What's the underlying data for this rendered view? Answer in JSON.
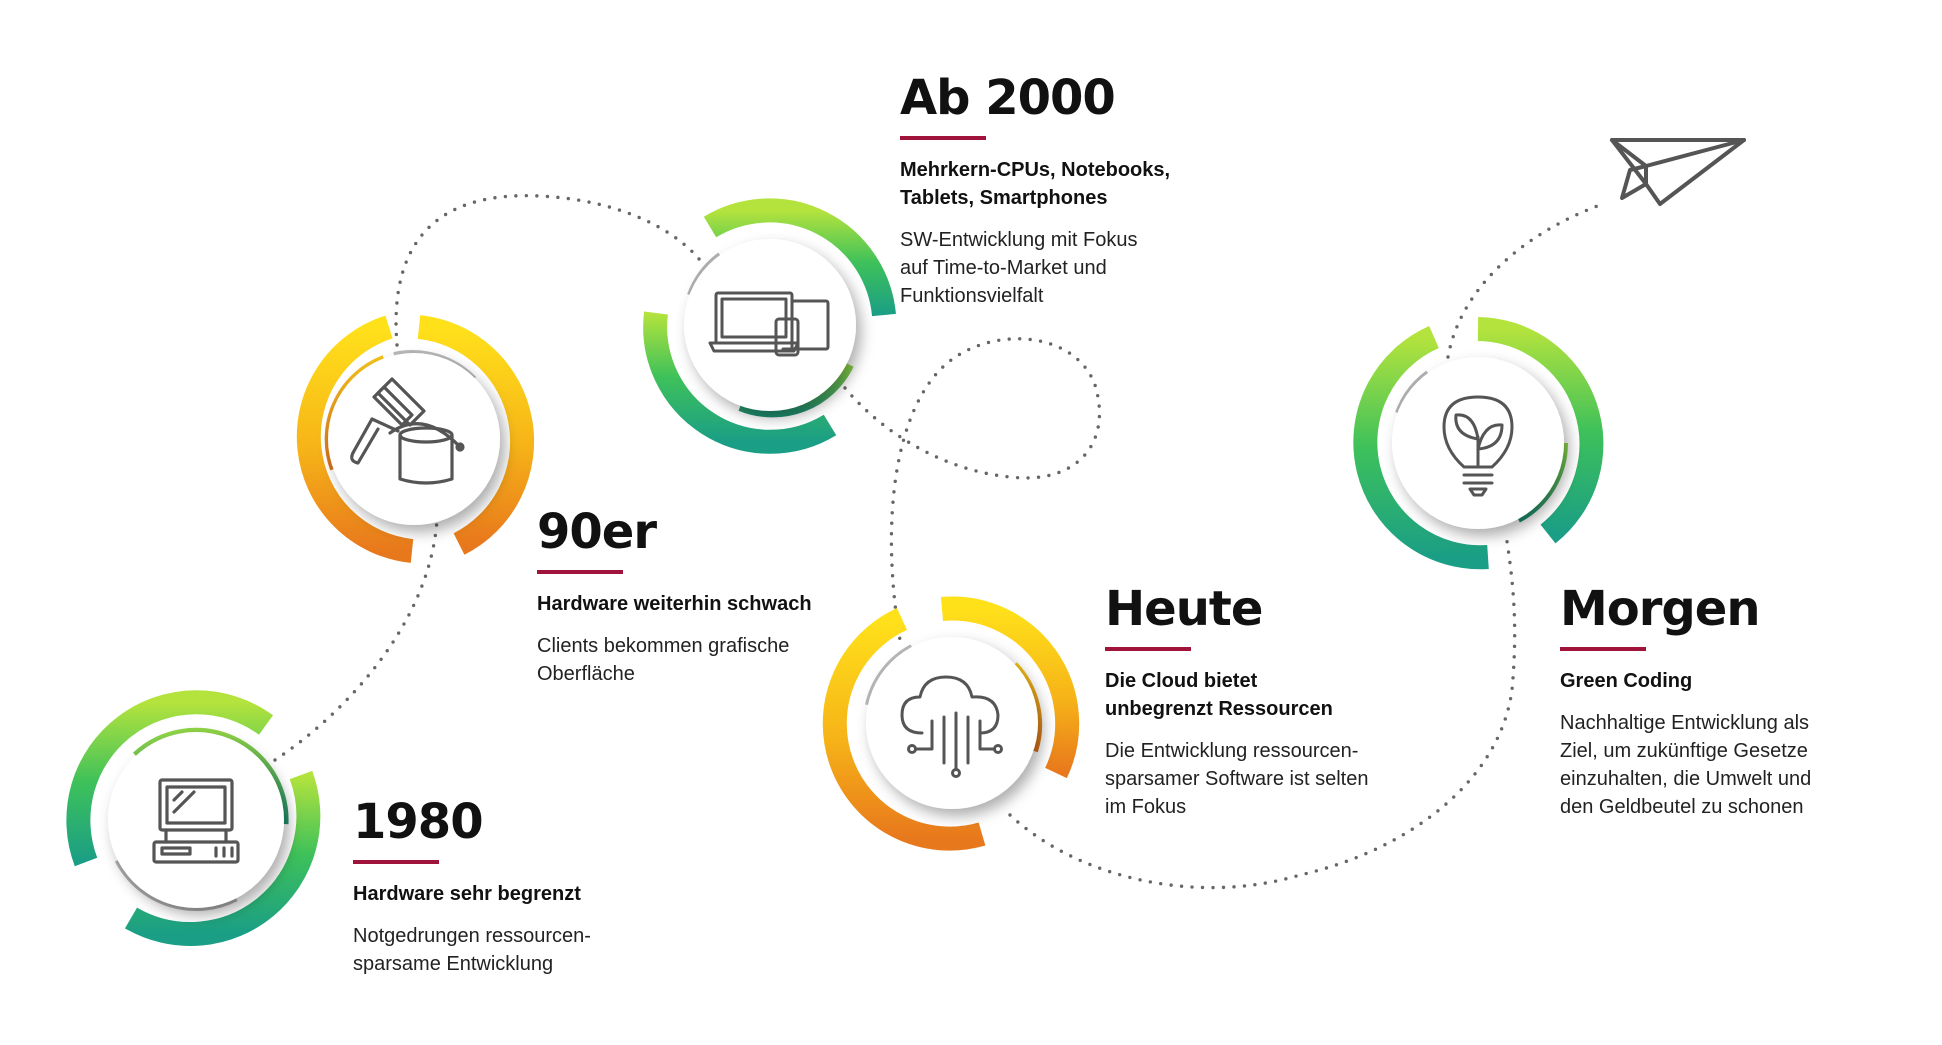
{
  "accent_color": "#a0143c",
  "path_color": "#666666",
  "milestones": [
    {
      "id": "1980",
      "icon": "computer-icon",
      "ring_palette": "green",
      "title": "1980",
      "subtitle": "Hardware sehr begrenzt",
      "description": "Notgedrungen ressourcen-\nsparsame Entwicklung"
    },
    {
      "id": "90er",
      "icon": "paint-brush-bucket-icon",
      "ring_palette": "yellow",
      "title": "90er",
      "subtitle": "Hardware weiterhin schwach",
      "description": "Clients bekommen grafische\nOberfläche"
    },
    {
      "id": "ab2000",
      "icon": "devices-icon",
      "ring_palette": "green",
      "title": "Ab 2000",
      "subtitle": "Mehrkern-CPUs, Notebooks,\nTablets, Smartphones",
      "description": "SW-Entwicklung mit Fokus\nauf Time-to-Market und\nFunktionsvielfalt"
    },
    {
      "id": "heute",
      "icon": "cloud-network-icon",
      "ring_palette": "yellow",
      "title": "Heute",
      "subtitle": "Die Cloud bietet\nunbegrenzt Ressourcen",
      "description": "Die Entwicklung ressourcen-\nsparsamer Software ist selten\nim Fokus"
    },
    {
      "id": "morgen",
      "icon": "lightbulb-leaf-icon",
      "ring_palette": "green",
      "title": "Morgen",
      "subtitle": "Green Coding",
      "description": "Nachhaltige Entwicklung als\nZiel, um zukünftige Gesetze\neinzuhalten, die Umwelt und\nden Geldbeutel zu schonen"
    }
  ],
  "decorations": {
    "end_icon": "paper-plane-icon"
  }
}
